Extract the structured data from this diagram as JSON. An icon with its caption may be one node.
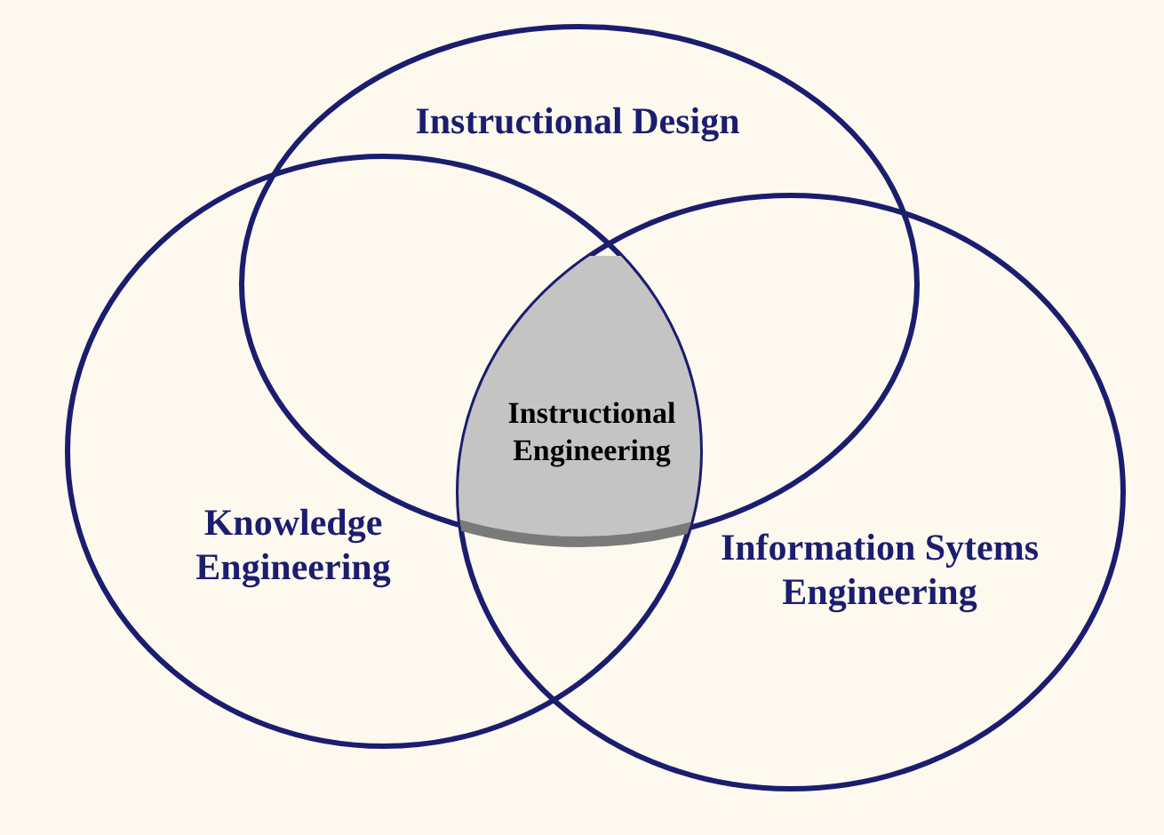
{
  "diagram": {
    "nodes": [
      {
        "text": [
          "Instructional Design"
        ]
      },
      {
        "text": [
          "Knowledge Engineering"
        ]
      },
      {
        "text": [
          "Information Sytems Engineering"
        ]
      },
      {
        "text": [
          "Instructional Engineering"
        ]
      }
    ]
  }
}
